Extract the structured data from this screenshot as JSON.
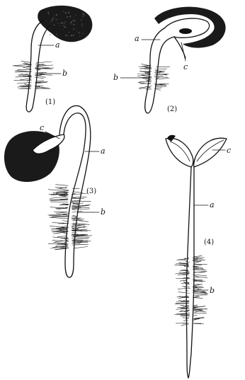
{
  "figures": [
    {
      "number": "(1)",
      "labels": {
        "a": "a",
        "b": "b"
      }
    },
    {
      "number": "(2)",
      "labels": {
        "a": "a",
        "b": "b",
        "c": "c"
      }
    },
    {
      "number": "(3)",
      "labels": {
        "a": "a",
        "b": "b",
        "c": "c"
      }
    },
    {
      "number": "(4)",
      "labels": {
        "a": "a",
        "b": "b",
        "c": "c"
      }
    }
  ],
  "style": {
    "ink": "#111111",
    "paper": "#ffffff"
  }
}
